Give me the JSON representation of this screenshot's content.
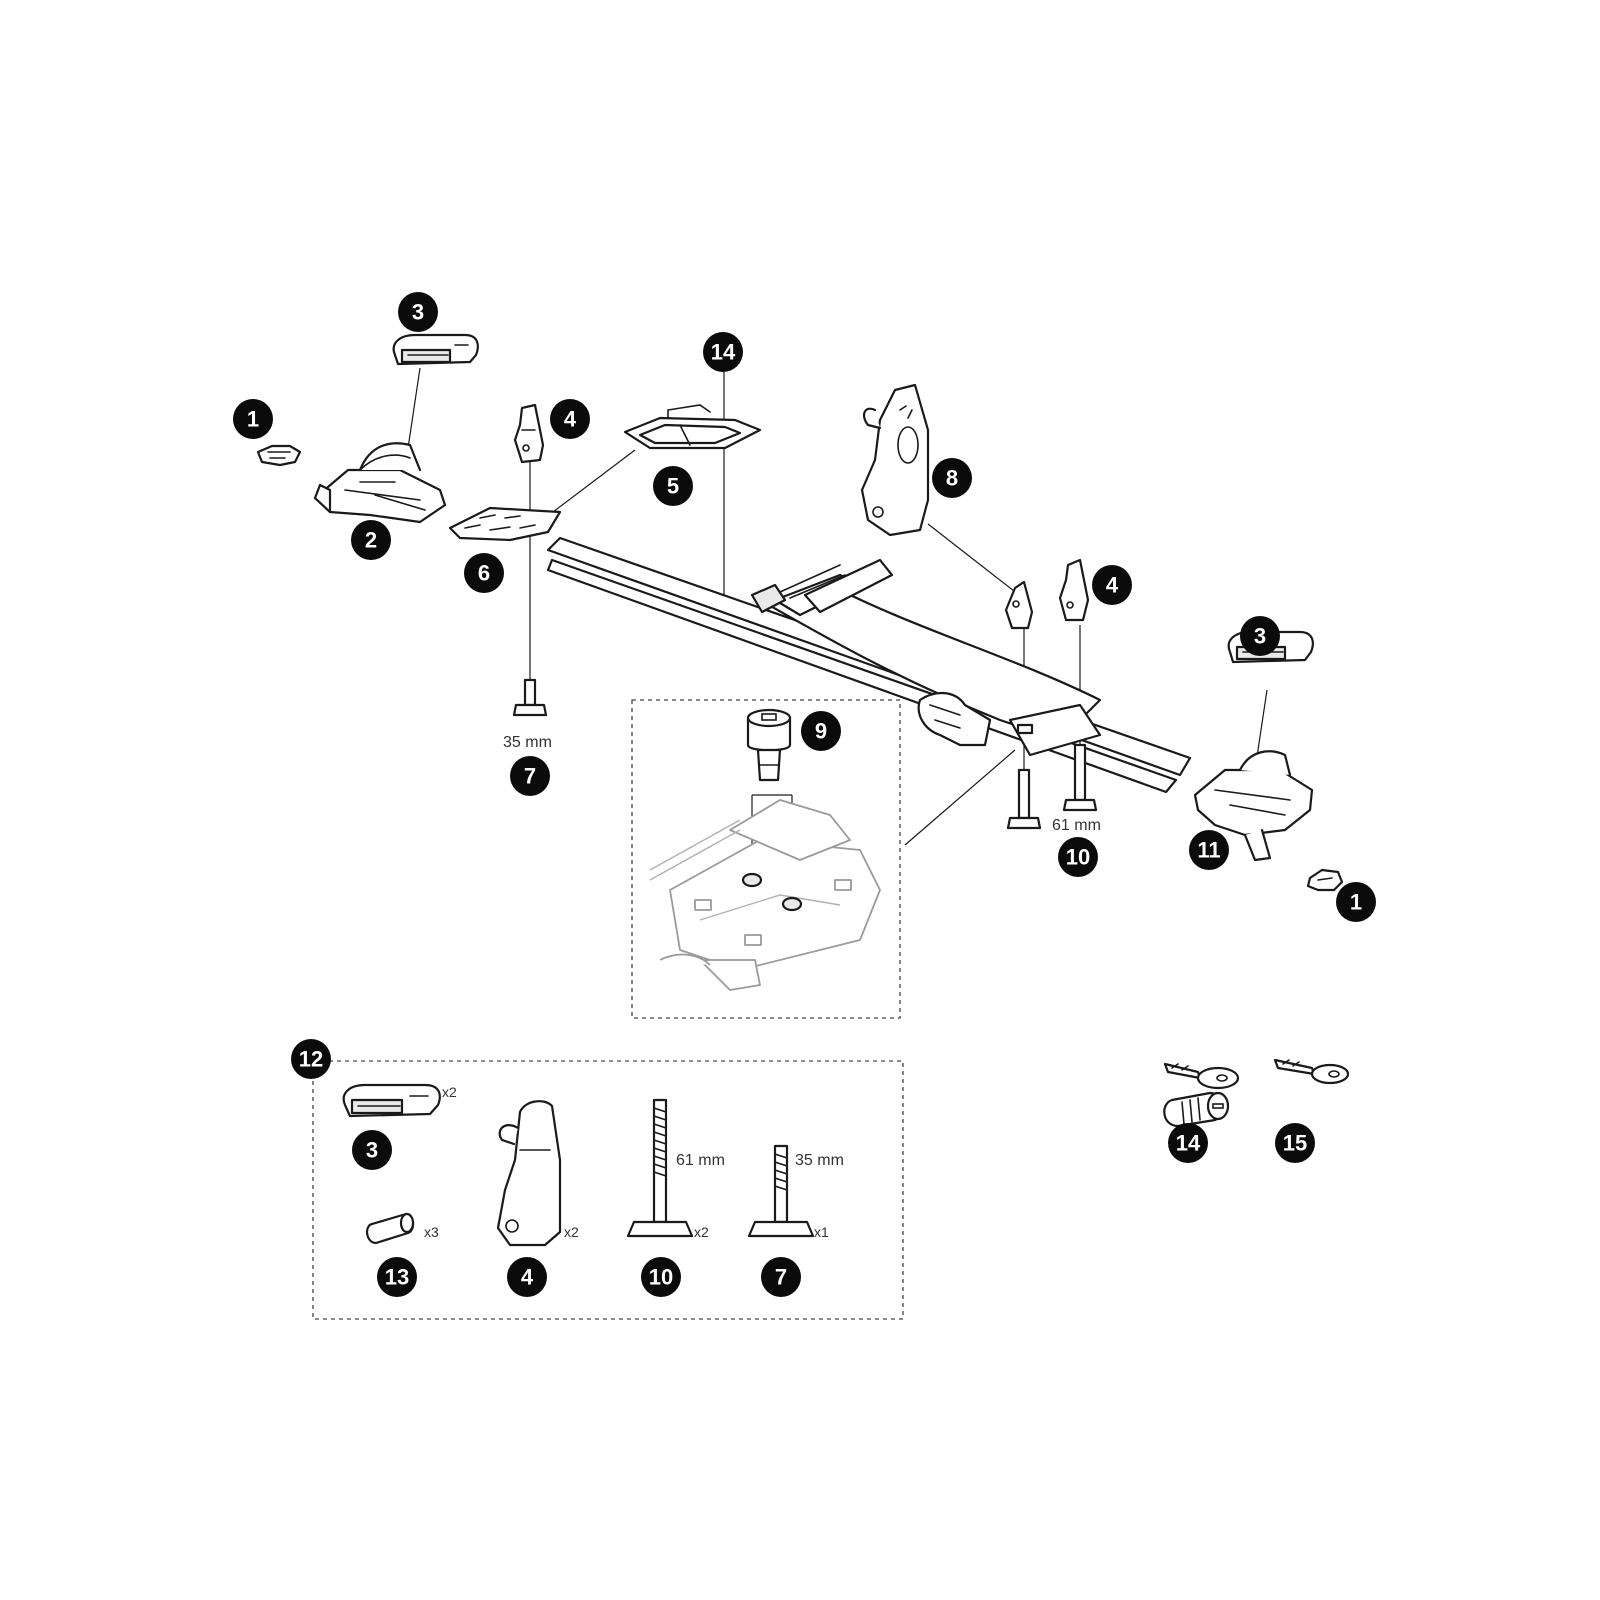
{
  "callouts": {
    "c1a": "1",
    "c1b": "1",
    "c2": "2",
    "c3a": "3",
    "c3b": "3",
    "c3c": "3",
    "c4a": "4",
    "c4b": "4",
    "c4c": "4",
    "c5": "5",
    "c6": "6",
    "c7a": "7",
    "c7b": "7",
    "c8": "8",
    "c9": "9",
    "c10a": "10",
    "c10b": "10",
    "c11": "11",
    "c12": "12",
    "c13": "13",
    "c14a": "14",
    "c14b": "14",
    "c15": "15"
  },
  "dimensions": {
    "bolt_short": "35 mm",
    "bolt_long": "61 mm",
    "kit_bolt_long": "61 mm",
    "kit_bolt_short": "35 mm"
  },
  "quantities": {
    "strap": "x2",
    "spacer": "x3",
    "clamp": "x2",
    "bolt_long": "x2",
    "bolt_short": "x1"
  }
}
